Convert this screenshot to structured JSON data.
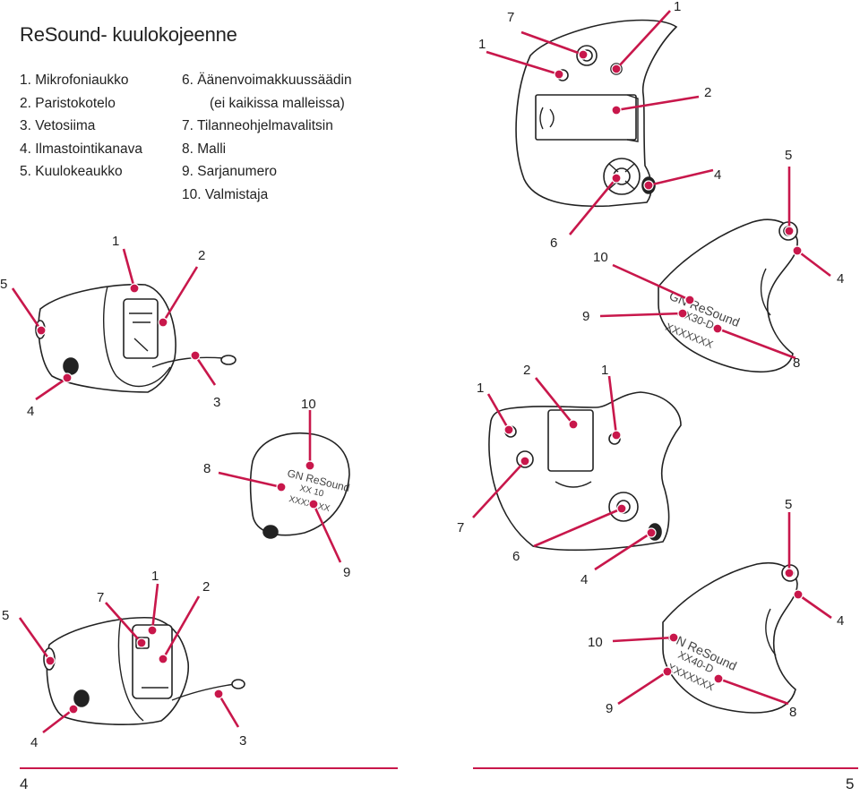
{
  "title": "ReSound- kuulokojeenne",
  "parts_left": [
    "1. Mikrofoniaukko",
    "2. Paristokotelo",
    "3. Vetosiima",
    "4. Ilmastointikanava",
    "5. Kuulokeaukko"
  ],
  "parts_right": [
    "6. Äänenvoimakkuussäädin",
    "(ei kaikissa malleissa)",
    "7. Tilanneohjelmavalitsin",
    "8. Malli",
    "9. Sarjanumero",
    "10. Valmistaja"
  ],
  "diagram": {
    "brand_text": "GN ReSound",
    "model_a": "XX30-D",
    "model_b": "XX 10",
    "model_c": "XX40-D",
    "serial": "XXXXXXX",
    "callouts": {
      "n1": "1",
      "n2": "2",
      "n3": "3",
      "n4": "4",
      "n5": "5",
      "n6": "6",
      "n7": "7",
      "n8": "8",
      "n9": "9",
      "n10": "10"
    }
  },
  "colors": {
    "callout": "#c8174b",
    "rule": "#c8174b",
    "text": "#222222"
  },
  "footer": {
    "page_left": "4",
    "page_right": "5"
  }
}
